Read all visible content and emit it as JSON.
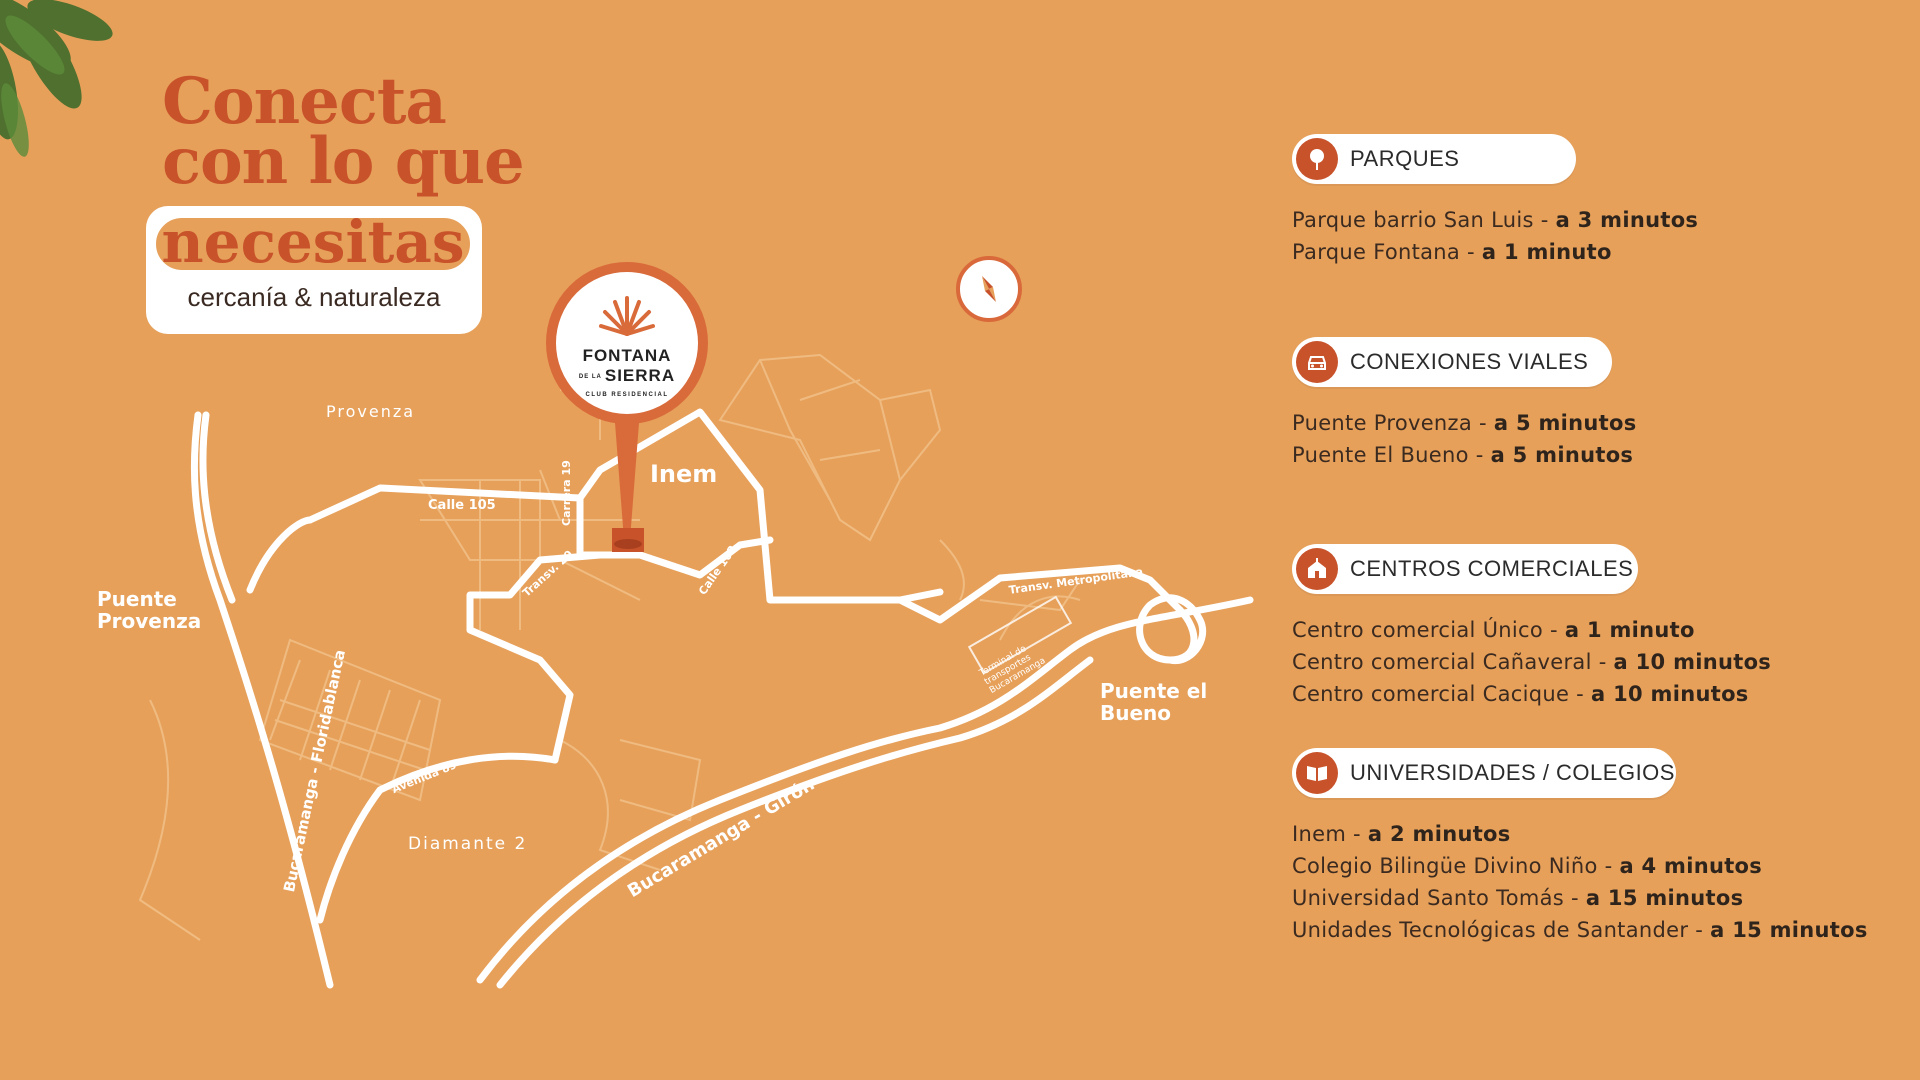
{
  "headline": {
    "line1": "Conecta",
    "line2": "con lo que",
    "line3": "necesitas",
    "subtitle": "cercanía & naturaleza"
  },
  "logo": {
    "name_line1": "FONTANA",
    "name_small": "DE LA",
    "name_line2": "SIERRA",
    "name_line3": "CLUB RESIDENCIAL"
  },
  "map_labels": {
    "provenza": "Provenza",
    "inem": "Inem",
    "puente_provenza_1": "Puente",
    "puente_provenza_2": "Provenza",
    "puente_bueno_1": "Puente el",
    "puente_bueno_2": "Bueno",
    "diamante": "Diamante 2",
    "calle105": "Calle 105",
    "carrera19": "Carrera 19",
    "transv20": "Transv. 20",
    "calle102": "Calle 102",
    "transv_metro": "Transv. Metropolitana",
    "terminal": "Terminal de transportes Bucaramanga",
    "avenida89": "Avenida 89",
    "bga_florida": "Bucaramanga - Floridablanca",
    "bga_giron": "Bucaramanga - Girón"
  },
  "sections": [
    {
      "icon": "tree-icon",
      "title": "PARQUES",
      "items": [
        {
          "place": "Parque barrio San Luis - ",
          "time": "a 3 minutos"
        },
        {
          "place": "Parque Fontana - ",
          "time": "a 1 minuto"
        }
      ]
    },
    {
      "icon": "car-icon",
      "title": "CONEXIONES VIALES",
      "items": [
        {
          "place": "Puente Provenza - ",
          "time": "a 5 minutos"
        },
        {
          "place": "Puente El Bueno - ",
          "time": "a 5 minutos"
        }
      ]
    },
    {
      "icon": "store-icon",
      "title": "CENTROS COMERCIALES",
      "items": [
        {
          "place": "Centro comercial Único - ",
          "time": "a 1 minuto"
        },
        {
          "place": "Centro comercial Cañaveral - ",
          "time": "a 10 minutos"
        },
        {
          "place": "Centro comercial Cacique - ",
          "time": "a 10 minutos"
        }
      ]
    },
    {
      "icon": "book-icon",
      "title": "UNIVERSIDADES / COLEGIOS",
      "items": [
        {
          "place": "Inem - ",
          "time": "a 2 minutos"
        },
        {
          "place": "Colegio Bilingüe Divino Niño - ",
          "time": "a 4 minutos"
        },
        {
          "place": "Universidad Santo Tomás - ",
          "time": "a 15 minutos"
        },
        {
          "place": "Unidades Tecnológicas de Santander - ",
          "time": "a 15 minutos"
        }
      ]
    }
  ],
  "colors": {
    "background": "#e6a05a",
    "accent": "#c8522a",
    "pin": "#d96b3b",
    "road": "#ffffff"
  }
}
